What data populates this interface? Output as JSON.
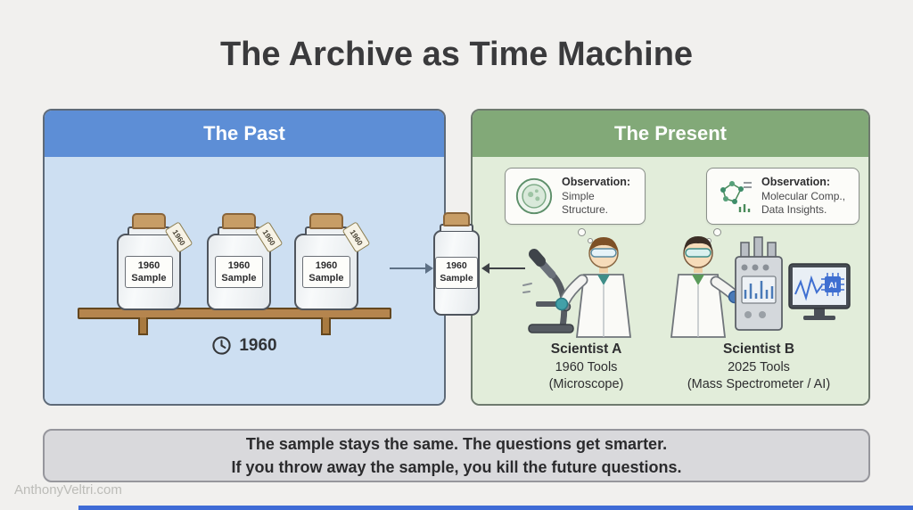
{
  "title": "The Archive as Time Machine",
  "past": {
    "header": "The Past",
    "year": "1960",
    "jar": {
      "line1": "1960",
      "line2": "Sample",
      "tag": "1960"
    }
  },
  "present": {
    "header": "The Present",
    "observation_a": {
      "title": "Observation:",
      "line1": "Simple",
      "line2": "Structure."
    },
    "observation_b": {
      "title": "Observation:",
      "line1": "Molecular Comp.,",
      "line2": "Data Insights."
    },
    "scientist_a": {
      "name": "Scientist A",
      "tools": "1960 Tools",
      "detail": "(Microscope)"
    },
    "scientist_b": {
      "name": "Scientist B",
      "tools": "2025 Tools",
      "detail": "(Mass Spectrometer / AI)"
    },
    "ai_chip": "AI"
  },
  "center_jar": {
    "line1": "1960",
    "line2": "Sample"
  },
  "footer": {
    "line1": "The sample stays the same. The questions get smarter.",
    "line2": "If you throw away the sample, you kill the future questions."
  },
  "watermark": "AnthonyVeltri.com",
  "colors": {
    "past_header": "#5d8ed6",
    "past_body": "#cddff2",
    "present_header": "#82a978",
    "present_body": "#e2edda",
    "footer_bg": "#d9d9dc",
    "accent_bar": "#3e6bd6"
  }
}
